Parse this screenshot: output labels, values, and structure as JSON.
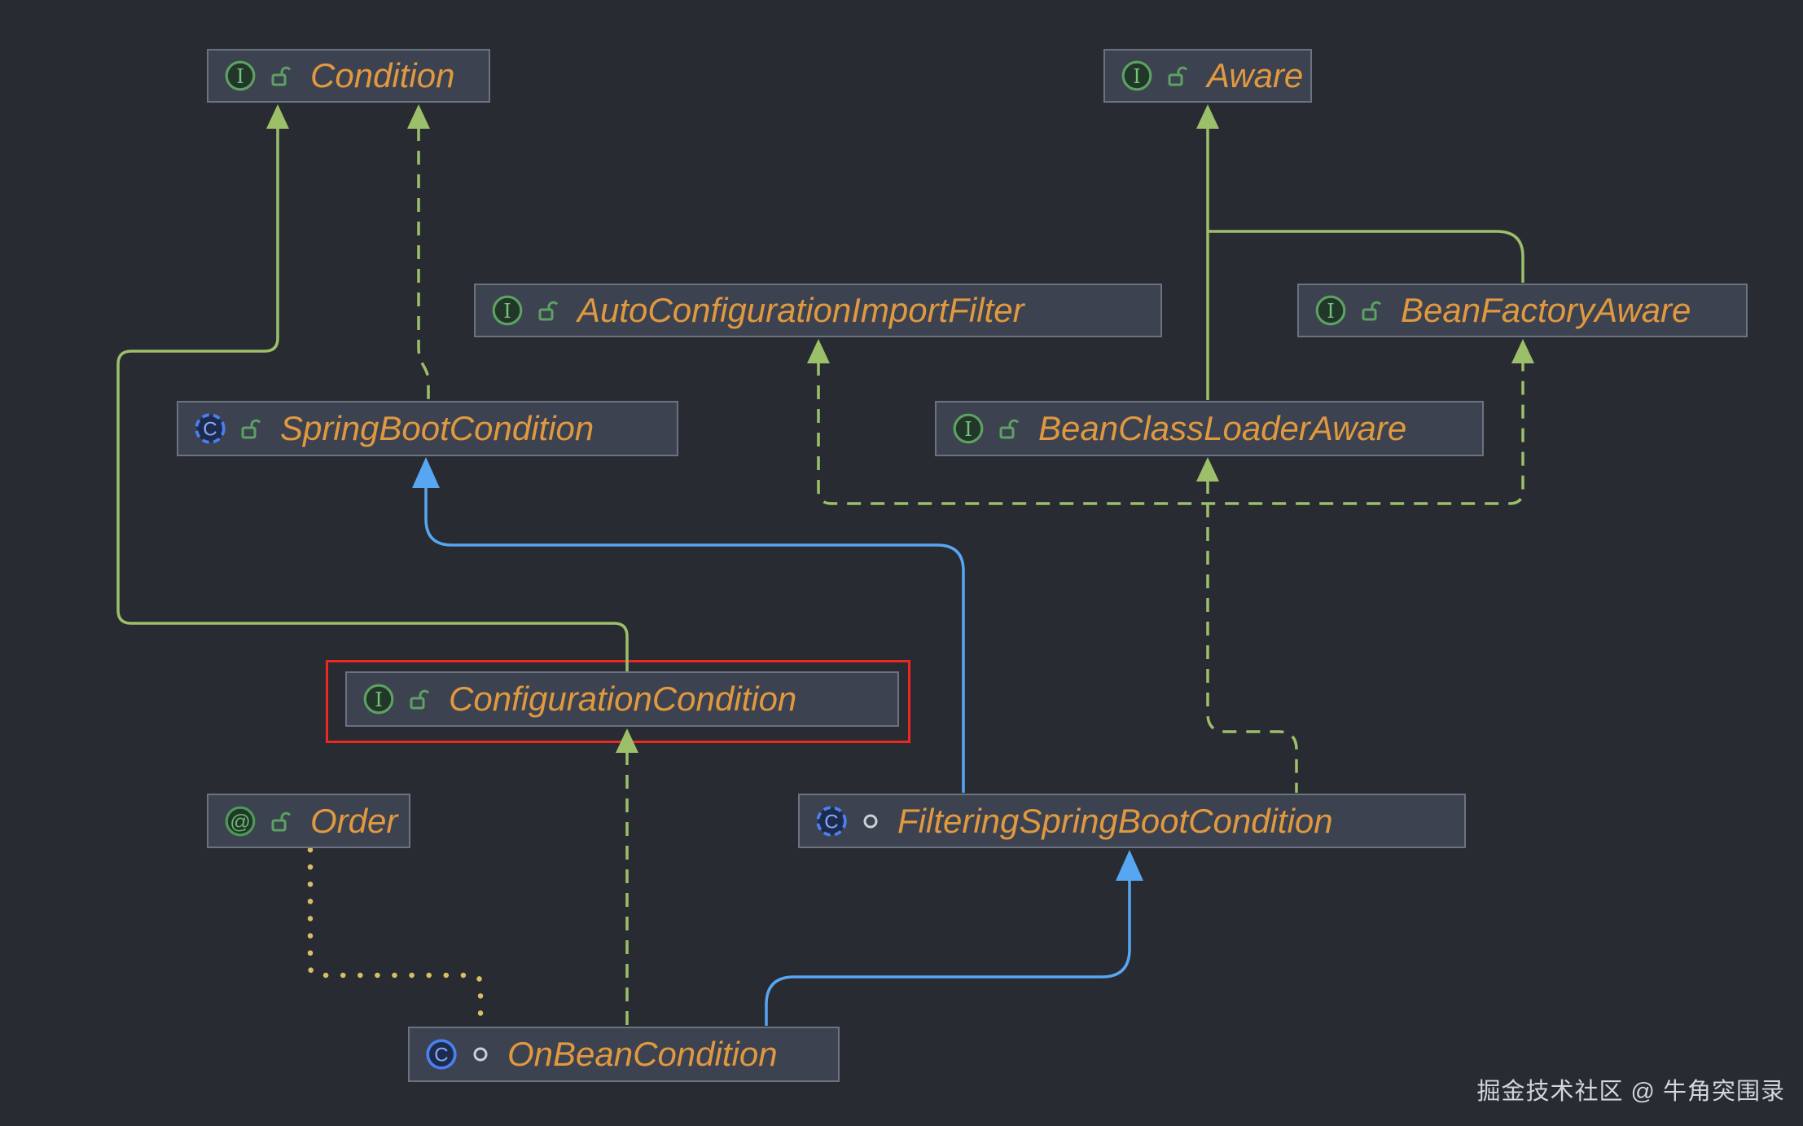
{
  "diagram": {
    "app": "uml-class-diagram",
    "watermark": "掘金技术社区 @ 牛角突围录",
    "icon_glyphs": {
      "interface": "I",
      "class": "C",
      "annotation": "@"
    },
    "colors": {
      "background": "#282b31",
      "node_fill": "#3d4250",
      "node_border": "#6b7280",
      "selection_red": "#ee2721",
      "label_orange": "#e0993f",
      "inheritance_green": "#9cbf6a",
      "extends_blue": "#57a6f2",
      "annotation_yellow": "#d9bd66",
      "interface_icon_green": "#5ca262",
      "class_icon_blue": "#4a80f0",
      "watermark_gray": "#d3d6db"
    },
    "nodes": [
      {
        "id": "condition",
        "label": "Condition",
        "kind": "interface",
        "modifier": "public-unlocked",
        "selected": false
      },
      {
        "id": "aware",
        "label": "Aware",
        "kind": "interface",
        "modifier": "public-unlocked",
        "selected": false
      },
      {
        "id": "auto-configuration-import-filter",
        "label": "AutoConfigurationImportFilter",
        "kind": "interface",
        "modifier": "public-unlocked",
        "selected": false
      },
      {
        "id": "bean-factory-aware",
        "label": "BeanFactoryAware",
        "kind": "interface",
        "modifier": "public-unlocked",
        "selected": false
      },
      {
        "id": "spring-boot-condition",
        "label": "SpringBootCondition",
        "kind": "abstract-class",
        "modifier": "public-unlocked",
        "selected": false
      },
      {
        "id": "bean-class-loader-aware",
        "label": "BeanClassLoaderAware",
        "kind": "interface",
        "modifier": "public-unlocked",
        "selected": false
      },
      {
        "id": "configuration-condition",
        "label": "ConfigurationCondition",
        "kind": "interface",
        "modifier": "public-unlocked",
        "selected": true
      },
      {
        "id": "order",
        "label": "Order",
        "kind": "annotation",
        "modifier": "public-unlocked",
        "selected": false
      },
      {
        "id": "filtering-spring-boot-condition",
        "label": "FilteringSpringBootCondition",
        "kind": "abstract-class",
        "modifier": "package-private",
        "selected": false
      },
      {
        "id": "on-bean-condition",
        "label": "OnBeanCondition",
        "kind": "class",
        "modifier": "package-private",
        "selected": false
      }
    ],
    "edges": [
      {
        "from": "ConfigurationCondition",
        "to": "Condition",
        "relation": "extends",
        "line": "solid-green"
      },
      {
        "from": "SpringBootCondition",
        "to": "Condition",
        "relation": "implements",
        "line": "dashed-green"
      },
      {
        "from": "BeanClassLoaderAware",
        "to": "Aware",
        "relation": "extends",
        "line": "solid-green"
      },
      {
        "from": "BeanFactoryAware",
        "to": "Aware",
        "relation": "extends",
        "line": "solid-green"
      },
      {
        "from": "FilteringSpringBootCondition",
        "to": "SpringBootCondition",
        "relation": "extends",
        "line": "solid-blue"
      },
      {
        "from": "FilteringSpringBootCondition",
        "to": "AutoConfigurationImportFilter",
        "relation": "implements",
        "line": "dashed-green"
      },
      {
        "from": "FilteringSpringBootCondition",
        "to": "BeanClassLoaderAware",
        "relation": "implements",
        "line": "dashed-green"
      },
      {
        "from": "FilteringSpringBootCondition",
        "to": "BeanFactoryAware",
        "relation": "implements",
        "line": "dashed-green"
      },
      {
        "from": "OnBeanCondition",
        "to": "FilteringSpringBootCondition",
        "relation": "extends",
        "line": "solid-blue"
      },
      {
        "from": "OnBeanCondition",
        "to": "ConfigurationCondition",
        "relation": "implements",
        "line": "dashed-green"
      },
      {
        "from": "OnBeanCondition",
        "to": "Order",
        "relation": "annotation",
        "line": "dotted-yellow"
      }
    ]
  }
}
